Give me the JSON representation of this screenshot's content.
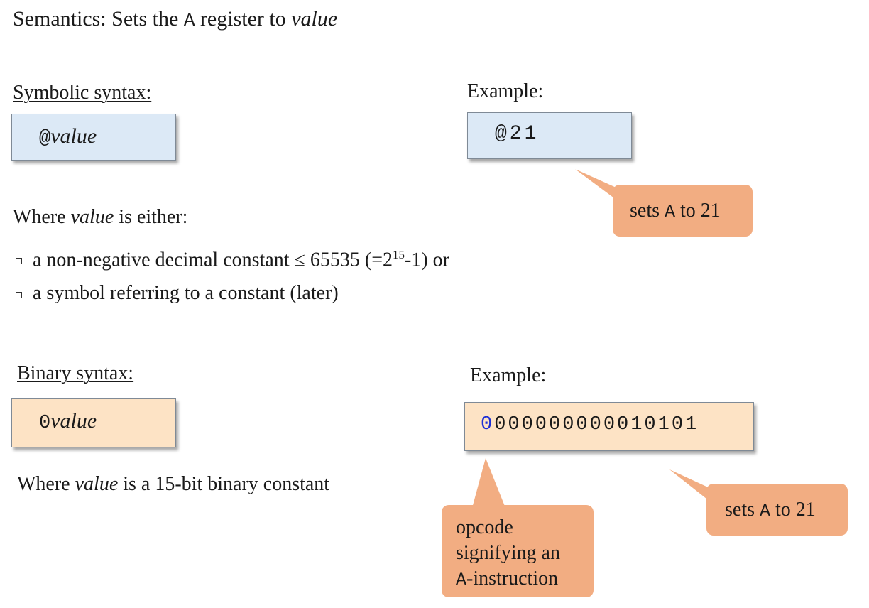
{
  "semantics": {
    "label": "Semantics:",
    "text_before": " Sets the ",
    "register": "A",
    "text_middle": " register to ",
    "value_word": "value"
  },
  "symbolic": {
    "heading": "Symbolic syntax:",
    "box_prefix": "@",
    "box_value": "value",
    "example_heading": "Example:",
    "example_code": "@21",
    "callout_before": "sets ",
    "callout_register": "A",
    "callout_after": " to 21"
  },
  "where_value": {
    "prefix": "Where ",
    "value_word": "value",
    "suffix": " is either:"
  },
  "bullets": [
    {
      "text_before": "a non-negative decimal constant ≤ 65535 (=2",
      "superscript": "15",
      "text_after": "-1)  or"
    },
    {
      "text": "a symbol referring  to a constant (later)"
    }
  ],
  "binary": {
    "heading": "Binary syntax:",
    "box_prefix": "0",
    "box_value": "value",
    "example_heading": "Example:",
    "opcode_bit": "0",
    "value_bits": "000000000010101",
    "where_prefix": "Where ",
    "where_value_word": "value",
    "where_suffix": " is a 15-bit binary constant",
    "callout_before": "sets ",
    "callout_register": "A",
    "callout_after": " to 21",
    "opcode_callout": {
      "line1": "opcode",
      "line2": "signifying an",
      "line3_register": "A",
      "line3_after": "-instruction"
    }
  },
  "colors": {
    "blue_box": "#dce9f6",
    "peach_box": "#fde3c5",
    "callout": "#f2ad82",
    "opcode_digit": "#1d2fd6"
  }
}
